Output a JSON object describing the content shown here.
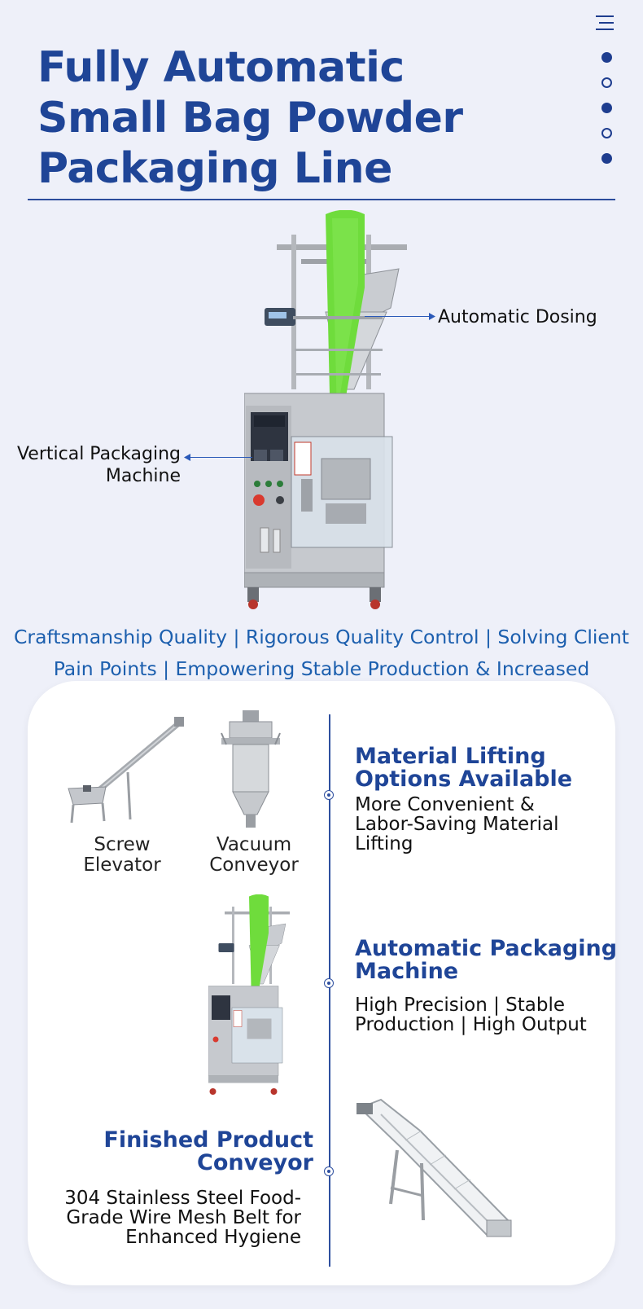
{
  "header": {
    "title_lines": [
      "Fully Automatic",
      "Small Bag Powder",
      "Packaging Line"
    ]
  },
  "nav": {
    "menu_icon": "menu-icon",
    "pager_dots": [
      "filled",
      "hollow",
      "filled",
      "hollow",
      "filled"
    ]
  },
  "hero": {
    "callouts": {
      "dosing": "Automatic Dosing",
      "vertical_line1": "Vertical Packaging",
      "vertical_line2": "Machine"
    }
  },
  "tagline": {
    "line1": "Craftsmanship Quality | Rigorous Quality Control | Solving Client",
    "line2": "Pain Points | Empowering Stable Production & Increased Capacity!"
  },
  "features": {
    "lifting": {
      "title_line1": "Material Lifting",
      "title_line2": "Options Available",
      "desc_lines": [
        "More Convenient &",
        "Labor-Saving Material",
        "Lifting"
      ],
      "products": [
        {
          "line1": "Screw",
          "line2": "Elevator"
        },
        {
          "line1": "Vacuum",
          "line2": "Conveyor"
        }
      ]
    },
    "packaging": {
      "title_line1": "Automatic Packaging",
      "title_line2": "Machine",
      "desc_lines": [
        "High Precision | Stable",
        "Production | High Output"
      ]
    },
    "conveyor": {
      "title_line1": "Finished Product",
      "title_line2": "Conveyor",
      "desc_lines": [
        "304 Stainless Steel Food-",
        "Grade Wire Mesh Belt for",
        "Enhanced Hygiene"
      ]
    }
  },
  "colors": {
    "brand_blue": "#1f4597",
    "tagline_blue": "#1c5fae",
    "page_bg": "#eef0f9",
    "belt_green": "#6fdc3c"
  }
}
